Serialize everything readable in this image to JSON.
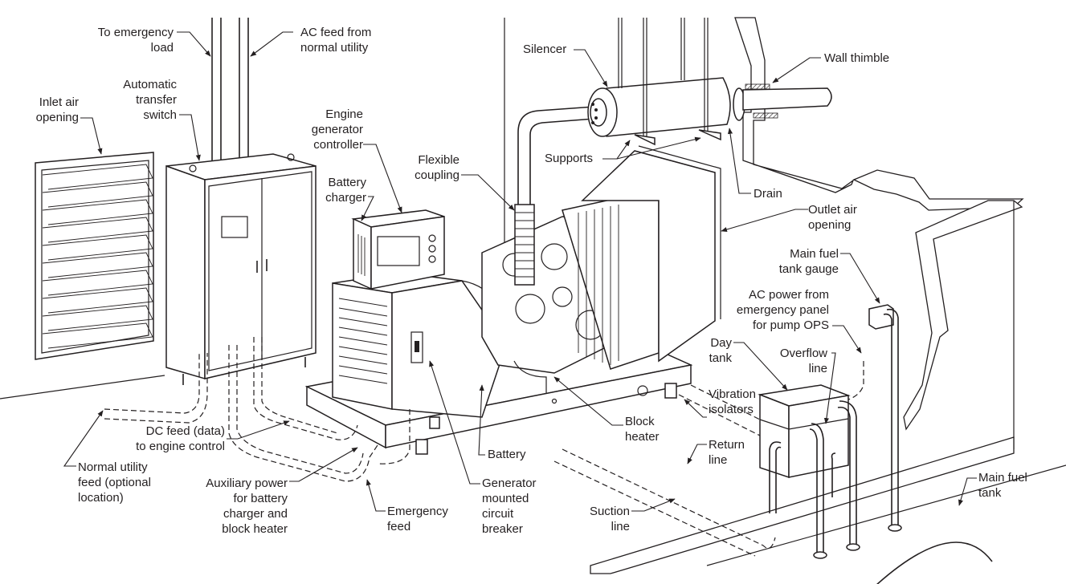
{
  "diagram": {
    "subject": "Standby engine-generator installation",
    "labels": {
      "to_emergency_load": "To emergency\nload",
      "ac_feed_normal": "AC feed from\nnormal utility",
      "automatic_transfer_switch": "Automatic\ntransfer\nswitch",
      "inlet_air_opening": "Inlet air\nopening",
      "engine_generator_controller": "Engine\ngenerator\ncontroller",
      "battery_charger": "Battery\ncharger",
      "flexible_coupling": "Flexible\ncoupling",
      "silencer": "Silencer",
      "supports": "Supports",
      "wall_thimble": "Wall thimble",
      "drain": "Drain",
      "outlet_air_opening": "Outlet air\nopening",
      "main_fuel_tank_gauge": "Main fuel\ntank gauge",
      "ac_power_pump": "AC power from\nemergency panel\nfor pump OPS",
      "day_tank": "Day\ntank",
      "overflow_line": "Overflow\nline",
      "vibration_isolators": "Vibration\nisolators",
      "block_heater": "Block\nheater",
      "return_line": "Return\nline",
      "battery": "Battery",
      "main_fuel_tank": "Main fuel\ntank",
      "suction_line": "Suction\nline",
      "generator_breaker": "Generator\nmounted\ncircuit\nbreaker",
      "emergency_feed": "Emergency\nfeed",
      "auxiliary_power": "Auxiliary power\nfor battery\ncharger and\nblock heater",
      "dc_feed": "DC feed (data)\nto engine control",
      "normal_utility_feed": "Normal utility\nfeed (optional\nlocation)"
    }
  }
}
